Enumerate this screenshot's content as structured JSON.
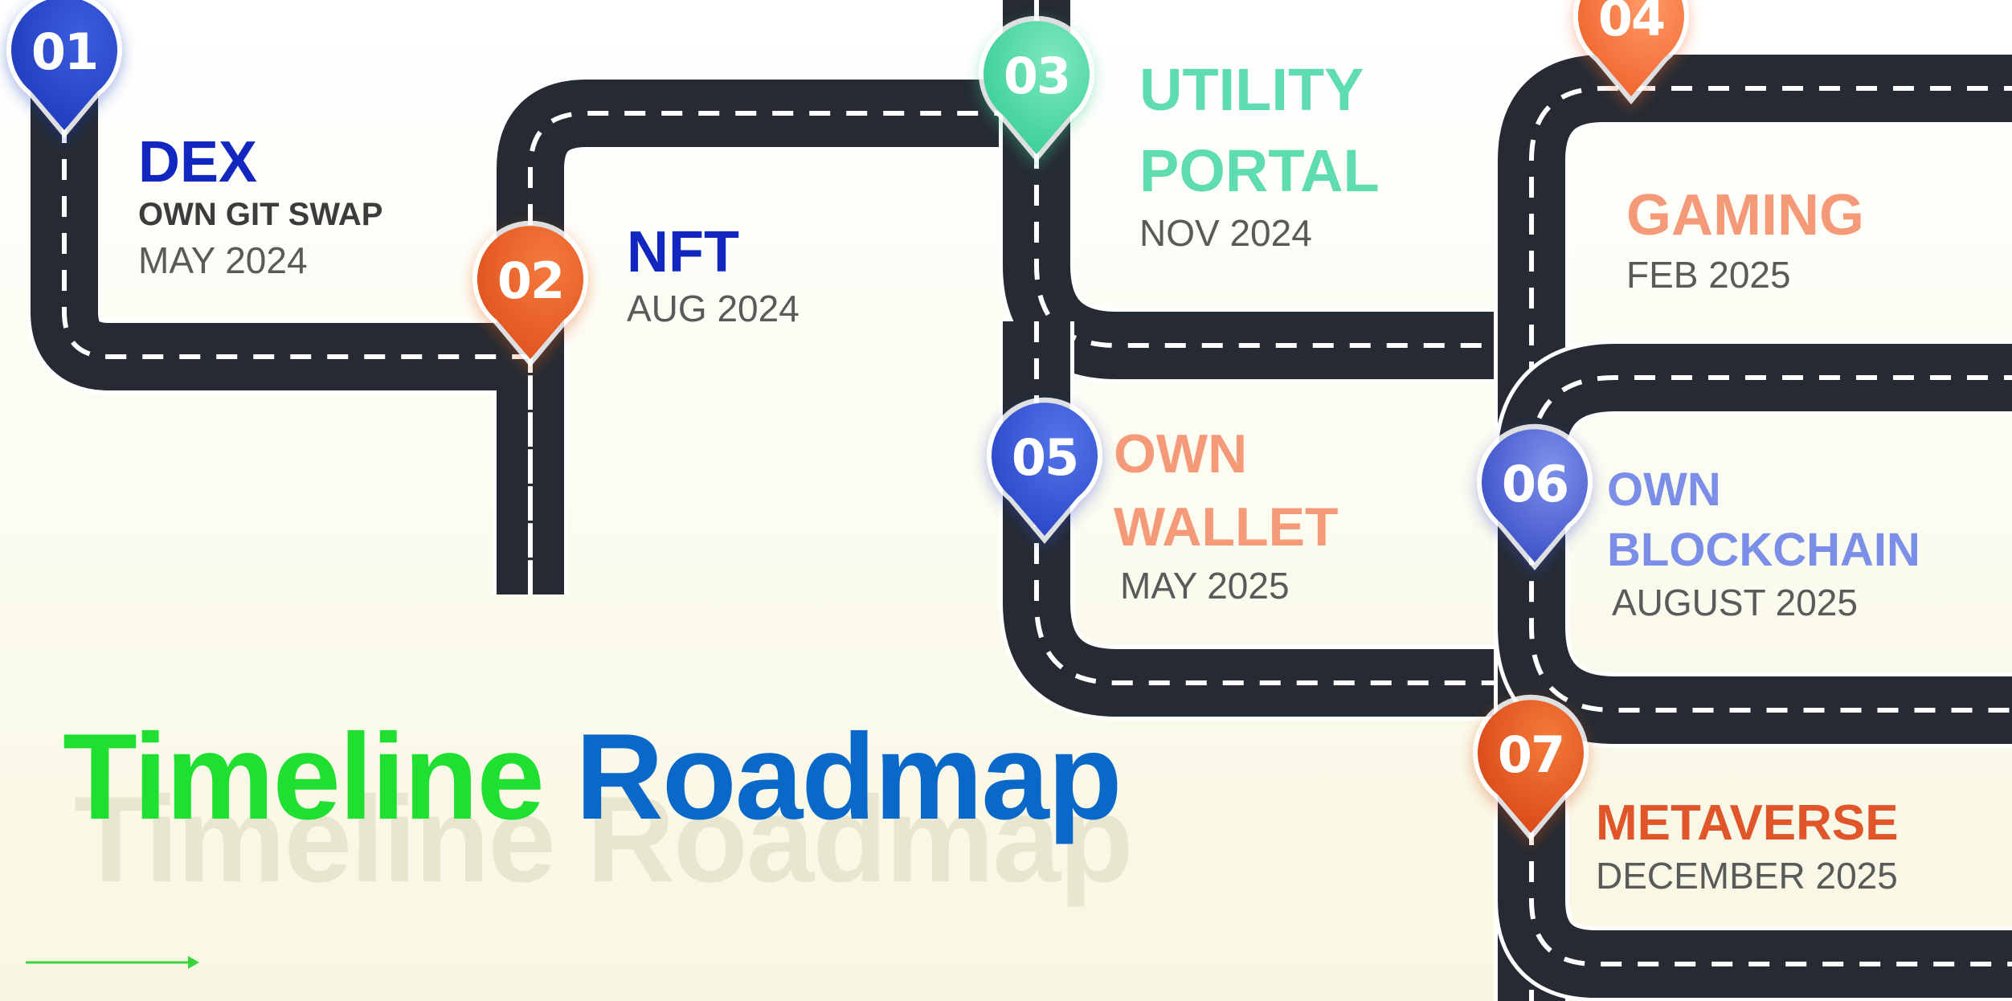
{
  "colors": {
    "road": "#262b33",
    "road_edge": "#ffffff",
    "lane_marking": "#ffffff"
  },
  "title": {
    "word1": "Timeline",
    "word2": "Roadmap",
    "color1": "#1fe030",
    "color2": "#0a68c8"
  },
  "milestones": [
    {
      "number": "01",
      "title_lines": [
        "DEX"
      ],
      "subtitle": "OWN GIT SWAP",
      "date": "MAY 2024",
      "pin_color": "#1f3bbd",
      "pin_light": "#3d5ee0",
      "title_color": "#1226c0"
    },
    {
      "number": "02",
      "title_lines": [
        "NFT"
      ],
      "subtitle": "",
      "date": "AUG 2024",
      "pin_color": "#e0521d",
      "pin_light": "#f57a3d",
      "title_color": "#1226c0"
    },
    {
      "number": "03",
      "title_lines": [
        "UTILITY",
        "PORTAL"
      ],
      "subtitle": "",
      "date": "NOV 2024",
      "pin_color": "#39cf95",
      "pin_light": "#7fe8c0",
      "title_color": "#5fdcb0"
    },
    {
      "number": "04",
      "title_lines": [
        "GAMING"
      ],
      "subtitle": "",
      "date": "FEB 2025",
      "pin_color": "#f0642e",
      "pin_light": "#ff9a66",
      "title_color": "#f49a78"
    },
    {
      "number": "05",
      "title_lines": [
        "OWN",
        "WALLET"
      ],
      "subtitle": "",
      "date": "MAY 2025",
      "pin_color": "#2a46c8",
      "pin_light": "#5576ea",
      "title_color": "#f49a78"
    },
    {
      "number": "06",
      "title_lines": [
        "OWN",
        "BLOCKCHAIN"
      ],
      "subtitle": "",
      "date": "AUGUST 2025",
      "pin_color": "#3b4fc8",
      "pin_light": "#7f92ea",
      "title_color": "#7b8fe8"
    },
    {
      "number": "07",
      "title_lines": [
        "METAVERSE"
      ],
      "subtitle": "",
      "date": "DECEMBER 2025",
      "pin_color": "#d94818",
      "pin_light": "#f47a3a",
      "title_color": "#e0552a"
    }
  ],
  "footer_arrow": {
    "color": "#3cd43c"
  }
}
